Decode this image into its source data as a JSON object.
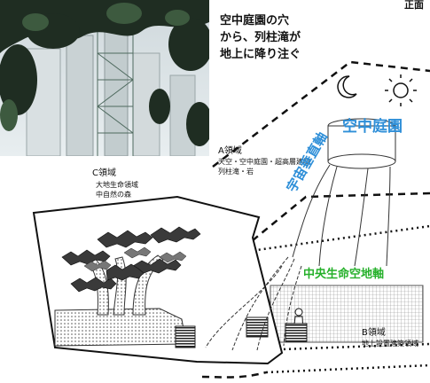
{
  "corner_text": "正面",
  "caption": "空中庭園の穴\nから、列柱滝が\n地上に降り注ぐ",
  "labels": {
    "sky_garden": "空中庭園",
    "vertical_axis": "宇宙垂直軸",
    "green_axis": "中央生命空地軸",
    "region_a_title": "A領域",
    "region_a_desc_1": "天空・空中庭園・超高層建築",
    "region_a_desc_2": "列柱滝・岩",
    "region_b_title": "B領域",
    "region_b_desc": "地上設置建築領域",
    "region_c_title": "C領域",
    "region_c_desc_1": "大地生命領域",
    "region_c_desc_2": "中自然の森"
  },
  "colors": {
    "blue_text": "#2f8fd8",
    "green_text": "#25b02a"
  },
  "icons": [
    "crescent-moon-icon",
    "sun-icon"
  ]
}
